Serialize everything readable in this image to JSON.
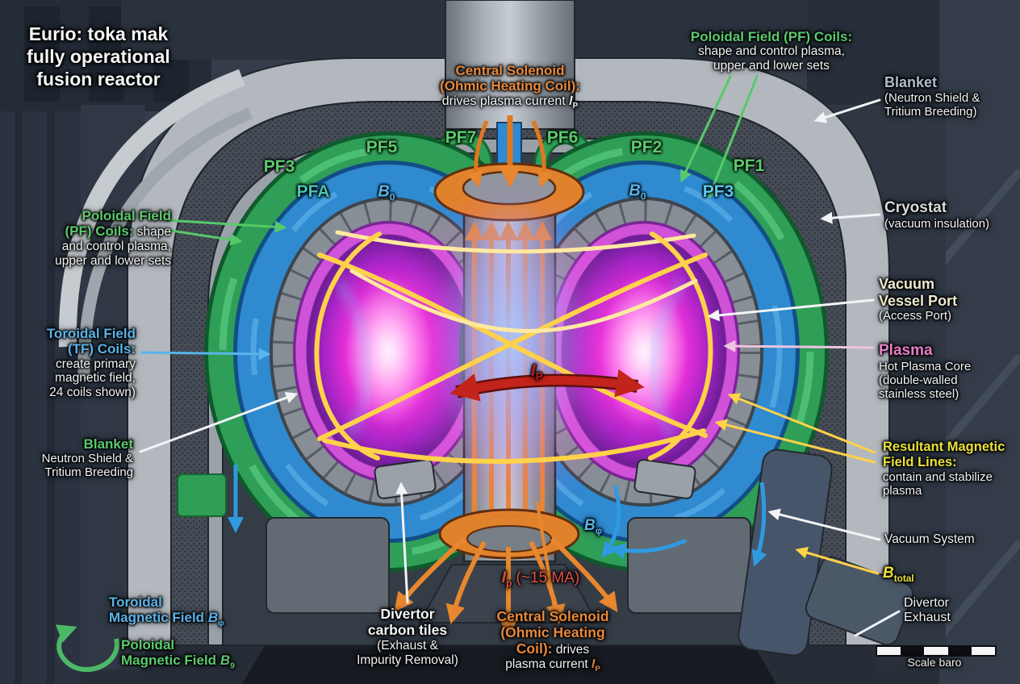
{
  "title": {
    "line1": "Eurio: toka mak",
    "line2": "fully operational",
    "line3": "fusion reactor"
  },
  "colors": {
    "green": "#5ccb6e",
    "blue": "#5ab4ea",
    "cyan": "#5bc8ee",
    "teal": "#49c2b4",
    "orange": "#e8883c",
    "yellow": "#ece23c",
    "pink": "#e87fc8",
    "red": "#e25048",
    "dark_red": "#c02020",
    "cream": "#efe9cf",
    "steel_blue": "#aebecd",
    "white": "#f2f4f6",
    "plasma_magenta": "#e22ed8",
    "coil_green": "#2f9e57",
    "coil_blue": "#2f8ad0",
    "solenoid_orange": "#e0822c",
    "field_line_yellow": "#ffd24a"
  },
  "labels": {
    "central_solenoid_top": {
      "heading1": "Central Solenoid",
      "heading2": "(Ohmic Heating Coil):",
      "body": "drives plasma current",
      "symbol": "I",
      "symbol_sub": "P"
    },
    "pf_coils_right": {
      "heading": "Poloidal Field (PF) Coils:",
      "body1": "shape and control plasma,",
      "body2": "upper and lower sets"
    },
    "blanket_right": {
      "heading": "Blanket",
      "body1": "(Neutron Shield &",
      "body2": "Tritium Breeding)"
    },
    "cryostat": {
      "heading": "Cryostat",
      "body": "(vacuum insulation)"
    },
    "vacuum_vessel_port": {
      "heading1": "Vacuum",
      "heading2": "Vessel Port",
      "body": "(Access Port)"
    },
    "plasma": {
      "heading": "Plasma",
      "body1": "Hot Plasma Core",
      "body2": "(double-walled",
      "body3": "stainless steel)"
    },
    "resultant_field_lines": {
      "heading1": "Resultant Magnetic",
      "heading2": "Field Lines:",
      "body1": "contain and stabilize",
      "body2": "plasma"
    },
    "vacuum_system": {
      "text": "Vacuum System"
    },
    "b_total": {
      "symbol": "B",
      "symbol_sub": "total"
    },
    "divertor_exhaust": {
      "line1": "Divertor",
      "line2": "Exhaust"
    },
    "scale_bar": {
      "caption": "Scale baro"
    },
    "pf_coils_left": {
      "heading1": "Poloidal Field",
      "heading2": "(PF) Coils:",
      "inline_after_heading": "shape",
      "body1": "and control plasma,",
      "body2": "upper and lower sets"
    },
    "tf_coils": {
      "heading1": "Toroidal Field",
      "heading2": "(TF) Coils:",
      "body1": "create primary",
      "body2": "magnetic field,",
      "body3": "24 coils shown)"
    },
    "blanket_left": {
      "heading": "Blanket",
      "body1": "Neutron Shield &",
      "body2": "Tritium Breeding"
    },
    "toroidal_field_legend": {
      "line1": "Toroidal",
      "line2": "Magnetic Field",
      "symbol": "B",
      "symbol_sub": "φ"
    },
    "poloidal_field_legend": {
      "line1": "Poloidal",
      "line2": "Magnetic Field",
      "symbol": "B",
      "symbol_sub": "9"
    },
    "divertor_tiles": {
      "heading1": "Divertor",
      "heading2": "carbon tiles",
      "body1": "(Exhaust &",
      "body2": "Impurity Removal)"
    },
    "central_solenoid_bottom": {
      "heading1": "Central Solenoid",
      "heading2": "(Ohmic Heating",
      "heading3": "Coil):",
      "inline_after_heading": "drives",
      "body": "plasma current",
      "symbol": "I",
      "symbol_sub": "P"
    },
    "plasma_current_center": {
      "symbol": "I",
      "symbol_sub": "P"
    },
    "plasma_current_value": {
      "symbol": "I",
      "symbol_sub": "p",
      "text": "(~15 MA)"
    },
    "b_phi": {
      "symbol": "B",
      "symbol_sub": "φ"
    }
  },
  "pf_tags": [
    {
      "label": "PF3"
    },
    {
      "label": "PFA"
    },
    {
      "label": "PF5"
    },
    {
      "label": "B",
      "sub": "0"
    },
    {
      "label": "PF7"
    },
    {
      "label": "PF6"
    },
    {
      "label": "PF2"
    },
    {
      "label": "PF1"
    },
    {
      "label": "B",
      "sub": "0"
    },
    {
      "label": "PF3"
    }
  ]
}
